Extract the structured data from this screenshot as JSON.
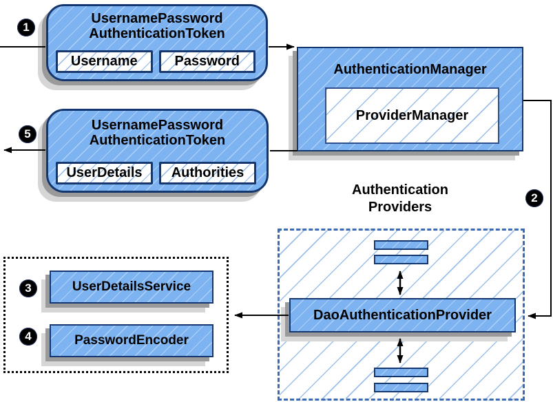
{
  "diagram": {
    "badges": {
      "step1": "1",
      "step2": "2",
      "step3": "3",
      "step4": "4",
      "step5": "5"
    },
    "request_token": {
      "title_line1": "UsernamePassword",
      "title_line2": "AuthenticationToken",
      "fields": [
        "Username",
        "Password"
      ]
    },
    "response_token": {
      "title_line1": "UsernamePassword",
      "title_line2": "AuthenticationToken",
      "fields": [
        "UserDetails",
        "Authorities"
      ]
    },
    "authentication_manager": {
      "title": "AuthenticationManager",
      "provider_manager_label": "ProviderManager"
    },
    "providers_group": {
      "label_line1": "Authentication",
      "label_line2": "Providers",
      "dao_provider_label": "DaoAuthenticationProvider"
    },
    "collaborators_group": {
      "user_details_service_label": "UserDetailsService",
      "password_encoder_label": "PasswordEncoder"
    },
    "colors": {
      "box_fill": "#7eb3f1",
      "box_border": "#14366e",
      "hatch_line": "#9cc2e8",
      "providers_dashed_border": "#3b6cb3",
      "collaborators_dotted_border": "#000000",
      "shadow_dark": "#9a9a9a",
      "shadow_light": "#d6d6d6",
      "connector": "#000000",
      "badge_background": "#000000",
      "badge_text": "#ffffff"
    }
  }
}
